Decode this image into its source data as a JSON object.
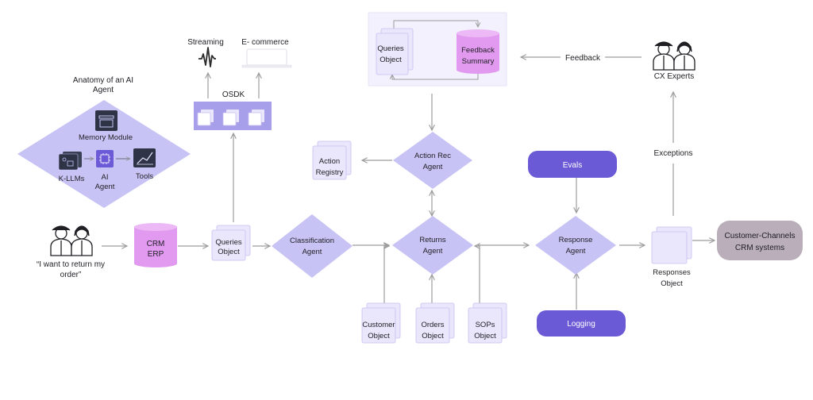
{
  "anatomy": {
    "title_line1": "Anatomy of an AI",
    "title_line2": "Agent",
    "memory_module": "Memory Module",
    "k_llms": "K-LLMs",
    "ai_agent_line1": "AI",
    "ai_agent_line2": "Agent",
    "tools": "Tools"
  },
  "osdk": {
    "label": "OSDK",
    "streaming": "Streaming",
    "ecommerce": "E- commerce"
  },
  "feedback_panel": {
    "queries_line1": "Queries",
    "queries_line2": "Object",
    "summary_line1": "Feedback",
    "summary_line2": "Summary"
  },
  "feedback_label": "Feedback",
  "cx_experts": "CX Experts",
  "exceptions": "Exceptions",
  "customer_quote_line1": "“I want to return my",
  "customer_quote_line2": "order”",
  "crm_erp": {
    "line1": "CRM",
    "line2": "ERP"
  },
  "queries_object": {
    "line1": "Queries",
    "line2": "Object"
  },
  "classification_agent": {
    "line1": "Classification",
    "line2": "Agent"
  },
  "action_registry": {
    "line1": "Action",
    "line2": "Registry"
  },
  "action_rec_agent": {
    "line1": "Action Rec",
    "line2": "Agent"
  },
  "returns_agent": {
    "line1": "Returns",
    "line2": "Agent"
  },
  "evals": "Evals",
  "logging": "Logging",
  "response_agent": {
    "line1": "Response",
    "line2": "Agent"
  },
  "responses_object": {
    "line1": "Responses",
    "line2": "Object"
  },
  "customer_channels": {
    "line1": "Customer-Channels",
    "line2": "CRM systems"
  },
  "customer_object": {
    "line1": "Customer",
    "line2": "Object"
  },
  "orders_object": {
    "line1": "Orders",
    "line2": "Object"
  },
  "sops_object": {
    "line1": "SOPs",
    "line2": "Object"
  },
  "colors": {
    "light_purple": "#c7c3f4",
    "card": "#eae6fb",
    "card_border": "#c9bff2",
    "db_pink": "#e19af0",
    "osdk_bar": "#a79fe9",
    "dark_purple": "#6a5ad6",
    "gray_pill": "#b9aeb9",
    "arrow": "#9c9c9c",
    "panel_bg": "#f3f1fd"
  }
}
